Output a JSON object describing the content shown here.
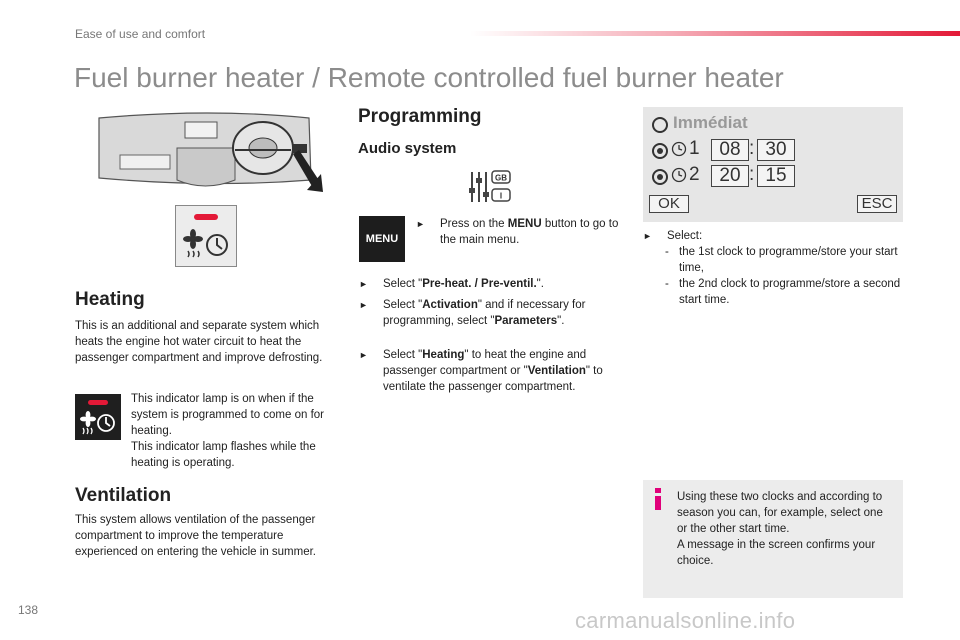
{
  "header": {
    "section": "Ease of use and comfort",
    "title": "Fuel burner heater / Remote controlled fuel burner heater",
    "accent_color": "#e31937"
  },
  "heating": {
    "heading": "Heating",
    "body": "This is an additional and separate system which heats the engine hot water circuit to heat the passenger compartment and improve defrosting.",
    "lamp_text_1": "This indicator lamp is on when if the system is programmed to come on for heating.",
    "lamp_text_2": "This indicator lamp flashes while the heating is operating."
  },
  "ventilation": {
    "heading": "Ventilation",
    "body": "This system allows ventilation of the passenger compartment to improve the temperature experienced on entering the vehicle in summer."
  },
  "programming": {
    "heading": "Programming",
    "audio_heading": "Audio system",
    "menu_button": "MENU",
    "step_menu_pre": "Press on the ",
    "step_menu_key": "MENU",
    "step_menu_post": " button to go to the main menu.",
    "step2_pre": "Select \"",
    "step2_key": "Pre-heat. / Pre-ventil.",
    "step2_post": "\".",
    "step3_pre": "Select \"",
    "step3_key": "Activation",
    "step3_mid": "\" and if necessary for programming, select \"",
    "step3_key2": "Parameters",
    "step3_post": "\".",
    "step4_pre": "Select \"",
    "step4_key": "Heating",
    "step4_mid": "\" to heat the engine and passenger compartment or \"",
    "step4_key2": "Ventilation",
    "step4_post": "\" to ventilate the passenger compartment.",
    "select_label": "Select:",
    "select_item_1": "the 1st clock to programme/store your start time,",
    "select_item_2": "the 2nd clock to programme/store a second start time.",
    "info_text_1": "Using these two clocks and according to season you can, for example, select one or the other start time.",
    "info_text_2": "A message in the screen confirms your choice."
  },
  "screen": {
    "immediate": "Immédiat",
    "clock1_num": "1",
    "clock1_hour": "08",
    "clock1_min": "30",
    "clock2_num": "2",
    "clock2_hour": "20",
    "clock2_min": "15",
    "colon": ":",
    "ok": "OK",
    "esc": "ESC"
  },
  "audio_icon_label": "GB",
  "audio_icon_label_2": "I",
  "page_number": "138",
  "watermark": "carmanualsonline.info",
  "icons": [
    "dashboard-illustration",
    "fan-clock-icon",
    "audio-settings-icon",
    "info-icon",
    "bullet-arrow-icon",
    "radio-selected-icon",
    "clock-icon"
  ]
}
